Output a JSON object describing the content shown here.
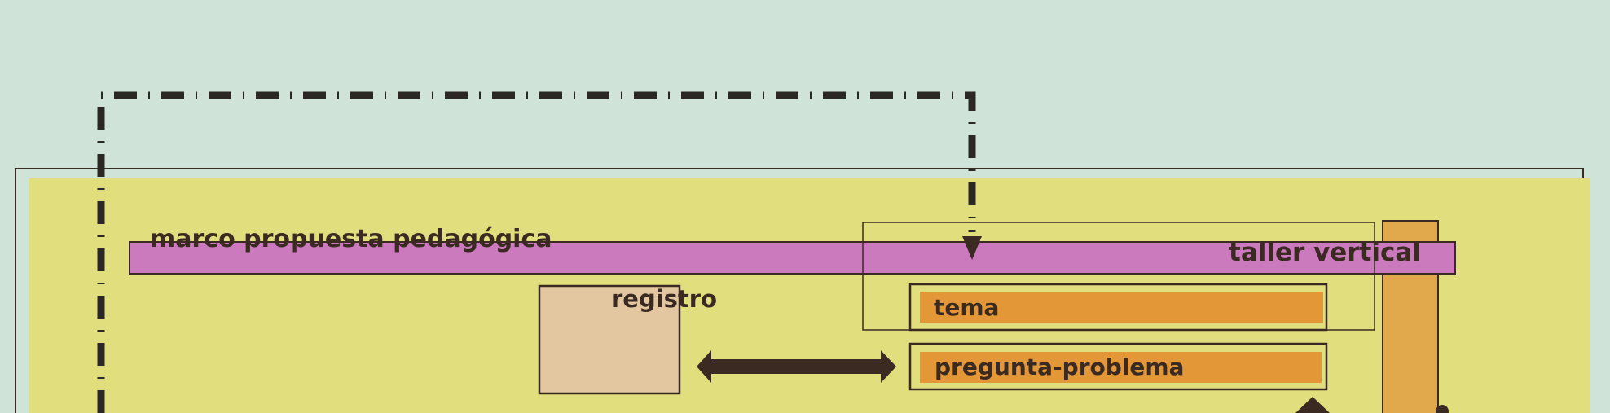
{
  "labels": {
    "marco": "marco propuesta pedagógica",
    "taller": "taller vertical",
    "registro": "registro",
    "tema": "tema",
    "pregunta": "pregunta-problema"
  },
  "colors": {
    "background": "#cfe3d8",
    "frame_fill": "#e0de7d",
    "frame_stroke": "#3a2a22",
    "band_fill": "#cc7abe",
    "orange_fill": "#e39736",
    "vertical_bar_fill": "#e1a84c",
    "registro_fill": "#e2c7a1",
    "ink": "#3a2a22"
  }
}
